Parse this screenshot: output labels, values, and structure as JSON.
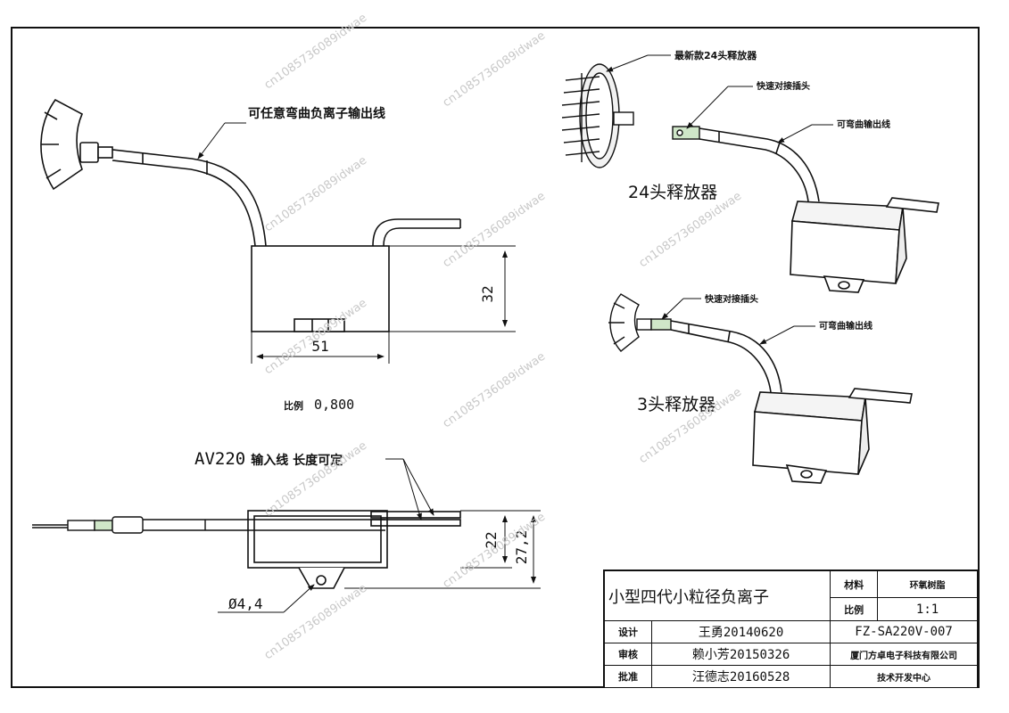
{
  "callouts": {
    "flex_output": "可任意弯曲负离子输出线",
    "newest_24": "最新款24头释放器",
    "quick_plug_top": "快速对接插头",
    "bend_output_top": "可弯曲输出线",
    "release_24": "24头释放器",
    "quick_plug_mid": "快速对接插头",
    "bend_output_mid": "可弯曲输出线",
    "release_3": "3头释放器",
    "input_prefix": "AV220",
    "input_suffix": "输入线  长度可定"
  },
  "dimensions": {
    "height_32": "32",
    "width_51": "51",
    "scale_label": "比例",
    "scale_value": "0,800",
    "dim_22": "22",
    "dim_27_2": "27,2",
    "hole": "Ø4,4"
  },
  "title_block": {
    "product": "小型四代小粒径负离子",
    "material_label": "材料",
    "material_value": "环氧树脂",
    "scale_label": "比例",
    "scale_value": "1:1",
    "design_label": "设计",
    "design_value": "王勇20140620",
    "part_number": "FZ-SA220V-007",
    "review_label": "审核",
    "review_value": "赖小芳20150326",
    "company": "厦门方卓电子科技有限公司",
    "approve_label": "批准",
    "approve_value": "汪德志20160528",
    "dept": "技术开发中心"
  },
  "watermark": "cn1085736089idwae"
}
